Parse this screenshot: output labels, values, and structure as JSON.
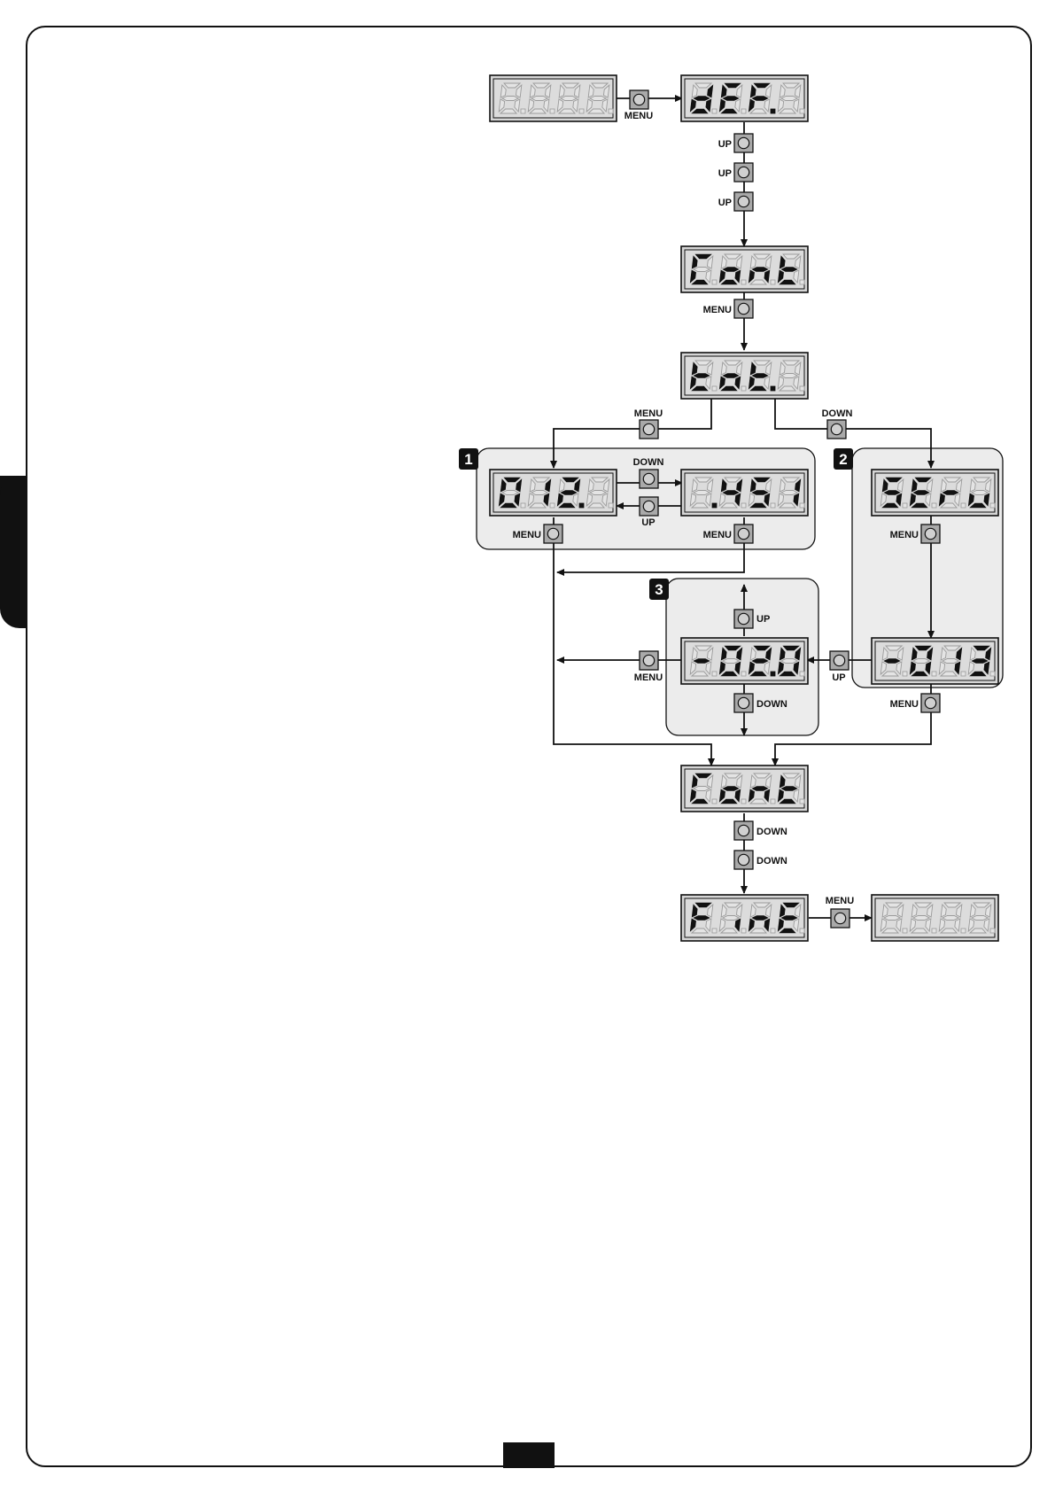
{
  "displays": {
    "start": [
      "",
      "",
      "",
      ""
    ],
    "def": [
      "d",
      "E",
      "F",
      ""
    ],
    "cont1": [
      "C",
      "o",
      "n",
      "t"
    ],
    "tot": [
      "t",
      "o",
      "t",
      ""
    ],
    "count1": [
      "0",
      "1",
      "2",
      ""
    ],
    "count2": [
      "",
      "4",
      "5",
      "1"
    ],
    "serv": [
      "S",
      "E",
      "r",
      "u"
    ],
    "ntime2": [
      "-",
      "0",
      "1",
      "3"
    ],
    "ntime3": [
      "-",
      "0",
      "2",
      "0"
    ],
    "cont2": [
      "C",
      "o",
      "n",
      "t"
    ],
    "fine": [
      "F",
      "i",
      "n",
      "E"
    ],
    "end": [
      "",
      "",
      "",
      ""
    ]
  },
  "buttons": {
    "menu": "MENU",
    "up": "UP",
    "down": "DOWN"
  },
  "badges": [
    "1",
    "2",
    "3"
  ]
}
